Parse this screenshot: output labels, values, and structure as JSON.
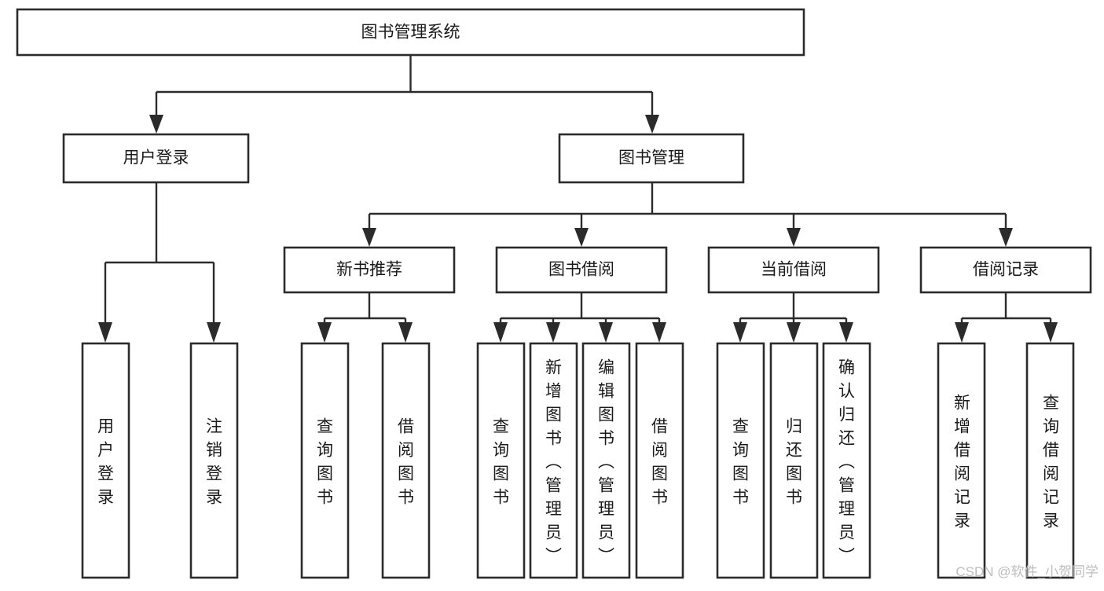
{
  "diagram": {
    "type": "tree",
    "title": "图书管理系统",
    "root": {
      "id": "root",
      "label": "图书管理系统"
    },
    "level2": [
      {
        "id": "user-login",
        "label": "用户登录"
      },
      {
        "id": "book-management",
        "label": "图书管理"
      }
    ],
    "level3": [
      {
        "id": "new-book-recommend",
        "label": "新书推荐",
        "parent": "book-management"
      },
      {
        "id": "book-borrow",
        "label": "图书借阅",
        "parent": "book-management"
      },
      {
        "id": "current-borrow",
        "label": "当前借阅",
        "parent": "book-management"
      },
      {
        "id": "borrow-record",
        "label": "借阅记录",
        "parent": "book-management"
      }
    ],
    "leaves": {
      "user-login": [
        {
          "id": "leaf-user-login",
          "label": "用户登录"
        },
        {
          "id": "leaf-logout",
          "label": "注销登录"
        }
      ],
      "new-book-recommend": [
        {
          "id": "leaf-query-book-1",
          "label": "查询图书"
        },
        {
          "id": "leaf-borrow-book-1",
          "label": "借阅图书"
        }
      ],
      "book-borrow": [
        {
          "id": "leaf-query-book-2",
          "label": "查询图书"
        },
        {
          "id": "leaf-add-book",
          "label": "新增图书（管理员）"
        },
        {
          "id": "leaf-edit-book",
          "label": "编辑图书（管理员）"
        },
        {
          "id": "leaf-borrow-book-2",
          "label": "借阅图书"
        }
      ],
      "current-borrow": [
        {
          "id": "leaf-query-book-3",
          "label": "查询图书"
        },
        {
          "id": "leaf-return-book",
          "label": "归还图书"
        },
        {
          "id": "leaf-confirm-return",
          "label": "确认归还（管理员）"
        }
      ],
      "borrow-record": [
        {
          "id": "leaf-add-record",
          "label": "新增借阅记录"
        },
        {
          "id": "leaf-query-record",
          "label": "查询借阅记录"
        }
      ]
    }
  },
  "watermark": {
    "text": "CSDN @软件_小贺同学"
  },
  "colors": {
    "box_stroke": "#2b2b2b",
    "box_fill": "#ffffff",
    "text": "#1a1a1a",
    "watermark": "#bdbdbd",
    "background": "#ffffff"
  }
}
